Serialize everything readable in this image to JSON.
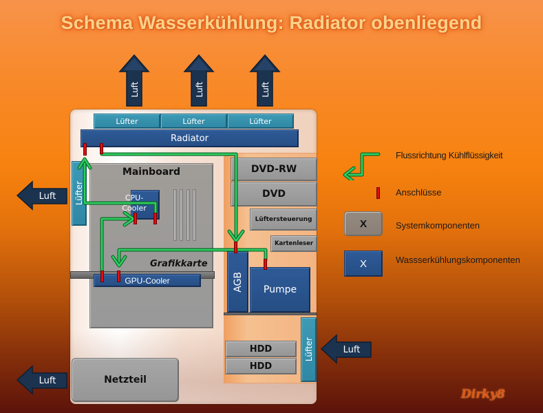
{
  "title": "Schema Wasserkühlung: Radiator obenliegend",
  "arrows": {
    "top": [
      {
        "label": "Luft"
      },
      {
        "label": "Luft"
      },
      {
        "label": "Luft"
      }
    ],
    "left_mid": {
      "label": "Luft"
    },
    "left_bottom": {
      "label": "Luft"
    },
    "right_intake": {
      "label": "Luft"
    }
  },
  "case": {
    "top_fans": [
      {
        "label": "Lüfter"
      },
      {
        "label": "Lüfter"
      },
      {
        "label": "Lüfter"
      }
    ],
    "radiator": "Radiator",
    "rear_fan": "Lüfter",
    "front_fan": "Lüfter",
    "mainboard": "Mainboard",
    "cpu_cooler": "CPU-Cooler",
    "cpu_cooler_line1": "CPU-",
    "cpu_cooler_line2": "Cooler",
    "graphics_card": "Grafikkarte",
    "gpu_cooler": "GPU-Cooler",
    "drive_bays": [
      {
        "label": "DVD-RW"
      },
      {
        "label": "DVD"
      },
      {
        "label": "Lüftersteuerung"
      },
      {
        "label": "Kartenleser"
      }
    ],
    "reservoir": "AGB",
    "pump": "Pumpe",
    "hdds": [
      {
        "label": "HDD"
      },
      {
        "label": "HDD"
      }
    ],
    "psu": "Netzteil"
  },
  "legend": {
    "items": [
      {
        "symbol": "flow-arrow",
        "label": "Flussrichtung Kühlflüssigkeit"
      },
      {
        "symbol": "connector",
        "label": "Anschlüsse"
      },
      {
        "symbol": "system-box",
        "marker": "X",
        "label": "Systemkomponenten"
      },
      {
        "symbol": "watercooling-box",
        "marker": "X",
        "label": "Wassserkühlungskomponenten"
      }
    ]
  },
  "signature": "Dirky8",
  "colors": {
    "flow": "#1fa64a",
    "connector": "#d40000",
    "system_component": "#989898",
    "watercooling_component": "#2a5590",
    "fan": "#3591ad",
    "air_arrow": "#1c3350"
  }
}
